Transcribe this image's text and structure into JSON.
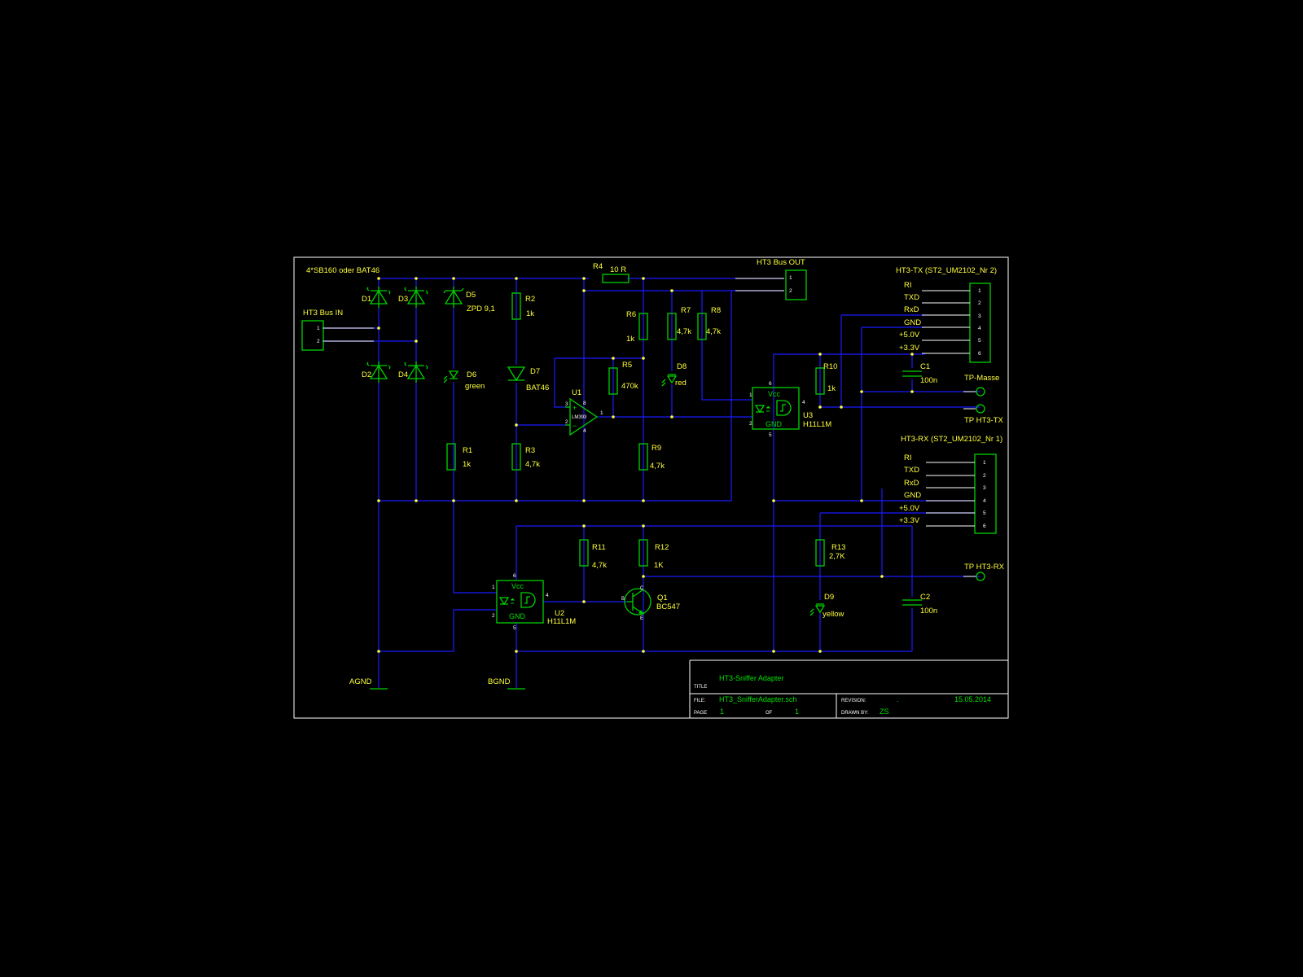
{
  "colors": {
    "background": "#000000",
    "wire": "#1a1aff",
    "component": "#00d200",
    "label": "#ffff3a",
    "frame": "#ffffff"
  },
  "labels": {
    "diodes_note": "4*SB160 oder BAT46",
    "bus_in": "HT3 Bus  IN",
    "bus_out": "HT3 Bus  OUT",
    "ht3_tx": "HT3-TX (ST2_UM2102_Nr 2)",
    "ht3_rx": "HT3-RX (ST2_UM2102_Nr 1)",
    "tp_masse": "TP-Masse",
    "tp_tx": "TP HT3-TX",
    "tp_rx": "TP HT3-RX",
    "agnd": "AGND",
    "bgnd": "BGND"
  },
  "components": {
    "D1": "D1",
    "D2": "D2",
    "D3": "D3",
    "D4": "D4",
    "D5": "D5",
    "D5_val": "ZPD 9,1",
    "D6": "D6",
    "D6_val": "green",
    "D7": "D7",
    "D7_val": "BAT46",
    "D8": "D8",
    "D8_val": "red",
    "D9": "D9",
    "D9_val": "yellow",
    "R1": "R1",
    "R1_val": "1k",
    "R2": "R2",
    "R2_val": "1k",
    "R3": "R3",
    "R3_val": "4,7k",
    "R4": "R4",
    "R4_val": "10 R",
    "R5": "R5",
    "R5_val": "470k",
    "R6": "R6",
    "R6_val": "1k",
    "R7": "R7",
    "R7_val": "4,7k",
    "R8": "R8",
    "R8_val": "4,7k",
    "R9": "R9",
    "R9_val": "4,7k",
    "R10": "R10",
    "R10_val": "1k",
    "R11": "R11",
    "R11_val": "4,7k",
    "R12": "R12",
    "R12_val": "1K",
    "R13": "R13",
    "R13_val": "2,7K",
    "C1": "C1",
    "C1_val": "100n",
    "C2": "C2",
    "C2_val": "100n",
    "U1": "U1",
    "U1_part": "LM393",
    "U2": "U2",
    "U2_val": "H11L1M",
    "U3": "U3",
    "U3_val": "H11L1M",
    "Q1": "Q1",
    "Q1_val": "BC547",
    "vcc": "Vcc",
    "gnd": "GND"
  },
  "connector_pins": {
    "tx": [
      "RI",
      "TXD",
      "RxD",
      "GND",
      "+5.0V",
      "+3.3V"
    ],
    "rx": [
      "RI",
      "TXD",
      "RxD",
      "GND",
      "+5.0V",
      "+3.3V"
    ],
    "numbers": [
      "1",
      "2",
      "3",
      "4",
      "5",
      "6"
    ]
  },
  "title_block": {
    "title_label": "TITLE",
    "title": "HT3-Sniffer Adapter",
    "file_label": "FILE:",
    "file": "HT3_SnifferAdapter.sch",
    "revision_label": "REVISION:",
    "revision": ".",
    "date": "15.05.2014",
    "page_label": "PAGE",
    "page": "1",
    "of_label": "OF",
    "of": "1",
    "drawn_label": "DRAWN BY:",
    "drawn_by": "ZS"
  }
}
